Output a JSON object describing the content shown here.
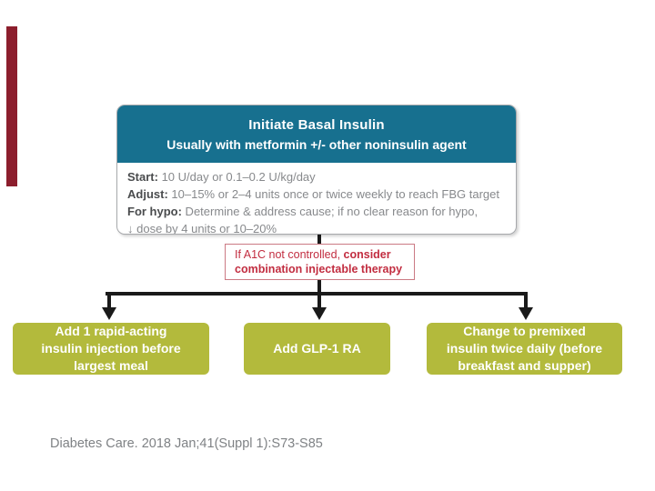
{
  "colors": {
    "header_teal": "#17708f",
    "action_green": "#b3ba3c",
    "alert_red": "#c22d40",
    "alert_border_red": "#cb7a84",
    "accent_maroon": "#8c1e2d",
    "connector_black": "#1a1a1a",
    "body_label_gray": "#4a4c4e",
    "body_text_gray": "#87898c",
    "citation_gray": "#7f8285"
  },
  "card": {
    "title": "Initiate Basal Insulin",
    "subtitle": "Usually with metformin +/- other noninsulin agent",
    "body_lines": [
      {
        "label": "Start:",
        "text": " 10 U/day or 0.1–0.2 U/kg/day"
      },
      {
        "label": "Adjust:",
        "text": " 10–15% or 2–4 units once or twice weekly to reach FBG target"
      },
      {
        "label": "For hypo:",
        "text": " Determine & address cause; if no clear reason for hypo,"
      },
      {
        "label": "",
        "text": "↓ dose by 4 units or 10–20%"
      }
    ]
  },
  "decision_box": {
    "line1_normal": "If A1C not controlled, ",
    "line1_bold": "consider",
    "line2_bold": "combination injectable therapy"
  },
  "bottom_boxes": [
    {
      "lines": [
        "Add 1 rapid-acting",
        "insulin injection before",
        "largest meal"
      ]
    },
    {
      "lines": [
        "Add GLP-1 RA"
      ]
    },
    {
      "lines": [
        "Change to premixed",
        "insulin twice daily (before",
        "breakfast and supper)"
      ]
    }
  ],
  "citation": "Diabetes Care. 2018 Jan;41(Suppl 1):S73-S85"
}
